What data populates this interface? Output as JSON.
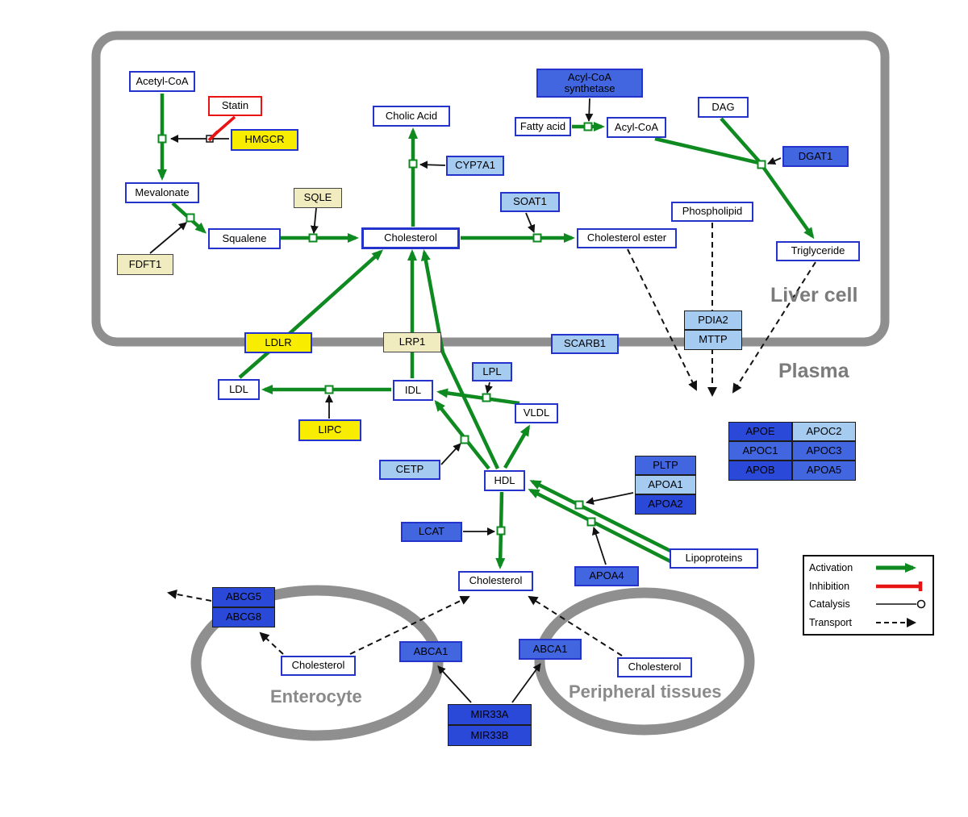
{
  "diagram": {
    "compartments": [
      {
        "id": "liver",
        "label": "Liver cell"
      },
      {
        "id": "plasma",
        "label": "Plasma"
      },
      {
        "id": "enterocyte",
        "label": "Enterocyte"
      },
      {
        "id": "peripheral",
        "label": "Peripheral tissues"
      }
    ],
    "legend": {
      "items": [
        {
          "label": "Activation",
          "type": "activation"
        },
        {
          "label": "Inhibition",
          "type": "inhibition"
        },
        {
          "label": "Catalysis",
          "type": "catalysis"
        },
        {
          "label": "Transport",
          "type": "transport"
        }
      ]
    },
    "colors": {
      "activation_green": "#0e8a20",
      "inhibition_red": "#e81313",
      "metabolite_border_blue": "#2333cb",
      "gene_yellow": "#f8ec00",
      "gene_pale_yellow": "#f1ecc0",
      "gene_light_blue": "#a6cbf0",
      "gene_medium_blue": "#4166df",
      "gene_dark_blue": "#2a49d8",
      "membrane_gray": "#8f8f8f"
    },
    "nodes": [
      {
        "id": "acetyl-coa",
        "label": "Acetyl-CoA",
        "kind": "metabolite"
      },
      {
        "id": "statin",
        "label": "Statin",
        "kind": "drug"
      },
      {
        "id": "hmgcr",
        "label": "HMGCR",
        "kind": "yellow"
      },
      {
        "id": "mevalonate",
        "label": "Mevalonate",
        "kind": "metabolite"
      },
      {
        "id": "sqle",
        "label": "SQLE",
        "kind": "pale"
      },
      {
        "id": "fdft1",
        "label": "FDFT1",
        "kind": "pale"
      },
      {
        "id": "squalene",
        "label": "Squalene",
        "kind": "metabolite"
      },
      {
        "id": "cholesterol-liver",
        "label": "Cholesterol",
        "kind": "metabolite-bold"
      },
      {
        "id": "cholic-acid",
        "label": "Cholic Acid",
        "kind": "metabolite"
      },
      {
        "id": "cyp7a1",
        "label": "CYP7A1",
        "kind": "light"
      },
      {
        "id": "soat1",
        "label": "SOAT1",
        "kind": "light"
      },
      {
        "id": "cholesterol-ester",
        "label": "Cholesterol ester",
        "kind": "metabolite"
      },
      {
        "id": "acyl-coa-synthetase",
        "label": "Acyl-CoA\nsynthetase",
        "kind": "medium"
      },
      {
        "id": "fatty-acid",
        "label": "Fatty acid",
        "kind": "metabolite"
      },
      {
        "id": "acyl-coa",
        "label": "Acyl-CoA",
        "kind": "metabolite"
      },
      {
        "id": "dag",
        "label": "DAG",
        "kind": "metabolite"
      },
      {
        "id": "dgat1",
        "label": "DGAT1",
        "kind": "medium"
      },
      {
        "id": "phospholipid",
        "label": "Phospholipid",
        "kind": "metabolite"
      },
      {
        "id": "triglyceride",
        "label": "Triglyceride",
        "kind": "metabolite"
      },
      {
        "id": "pdia2",
        "label": "PDIA2",
        "kind": "cell-light"
      },
      {
        "id": "mttp",
        "label": "MTTP",
        "kind": "cell-light"
      },
      {
        "id": "ldlr",
        "label": "LDLR",
        "kind": "yellow"
      },
      {
        "id": "lrp1",
        "label": "LRP1",
        "kind": "pale"
      },
      {
        "id": "scarb1",
        "label": "SCARB1",
        "kind": "light"
      },
      {
        "id": "ldl",
        "label": "LDL",
        "kind": "metabolite"
      },
      {
        "id": "idl",
        "label": "IDL",
        "kind": "metabolite"
      },
      {
        "id": "lpl",
        "label": "LPL",
        "kind": "light"
      },
      {
        "id": "vldl",
        "label": "VLDL",
        "kind": "metabolite"
      },
      {
        "id": "lipc",
        "label": "LIPC",
        "kind": "yellow"
      },
      {
        "id": "cetp",
        "label": "CETP",
        "kind": "light"
      },
      {
        "id": "hdl",
        "label": "HDL",
        "kind": "metabolite"
      },
      {
        "id": "pltp",
        "label": "PLTP",
        "kind": "cell-medium"
      },
      {
        "id": "apoa1",
        "label": "APOA1",
        "kind": "cell-light"
      },
      {
        "id": "apoa2",
        "label": "APOA2",
        "kind": "cell-dark"
      },
      {
        "id": "apoe",
        "label": "APOE",
        "kind": "cell-dark"
      },
      {
        "id": "apoc2",
        "label": "APOC2",
        "kind": "cell-light"
      },
      {
        "id": "apoc1",
        "label": "APOC1",
        "kind": "cell-medium"
      },
      {
        "id": "apoc3",
        "label": "APOC3",
        "kind": "cell-medium"
      },
      {
        "id": "apob",
        "label": "APOB",
        "kind": "cell-dark"
      },
      {
        "id": "apoa5",
        "label": "APOA5",
        "kind": "cell-medium"
      },
      {
        "id": "lcat",
        "label": "LCAT",
        "kind": "medium"
      },
      {
        "id": "apoa4",
        "label": "APOA4",
        "kind": "medium"
      },
      {
        "id": "lipoproteins",
        "label": "Lipoproteins",
        "kind": "metabolite"
      },
      {
        "id": "cholesterol-plasma",
        "label": "Cholesterol",
        "kind": "metabolite"
      },
      {
        "id": "abcg5",
        "label": "ABCG5",
        "kind": "cell-dark"
      },
      {
        "id": "abcg8",
        "label": "ABCG8",
        "kind": "cell-dark"
      },
      {
        "id": "cholesterol-entero",
        "label": "Cholesterol",
        "kind": "metabolite"
      },
      {
        "id": "abca1-entero",
        "label": "ABCA1",
        "kind": "medium"
      },
      {
        "id": "abca1-peri",
        "label": "ABCA1",
        "kind": "medium"
      },
      {
        "id": "cholesterol-peri",
        "label": "Cholesterol",
        "kind": "metabolite"
      },
      {
        "id": "mir33a",
        "label": "MIR33A",
        "kind": "cell-dark"
      },
      {
        "id": "mir33b",
        "label": "MIR33B",
        "kind": "cell-dark"
      }
    ]
  }
}
